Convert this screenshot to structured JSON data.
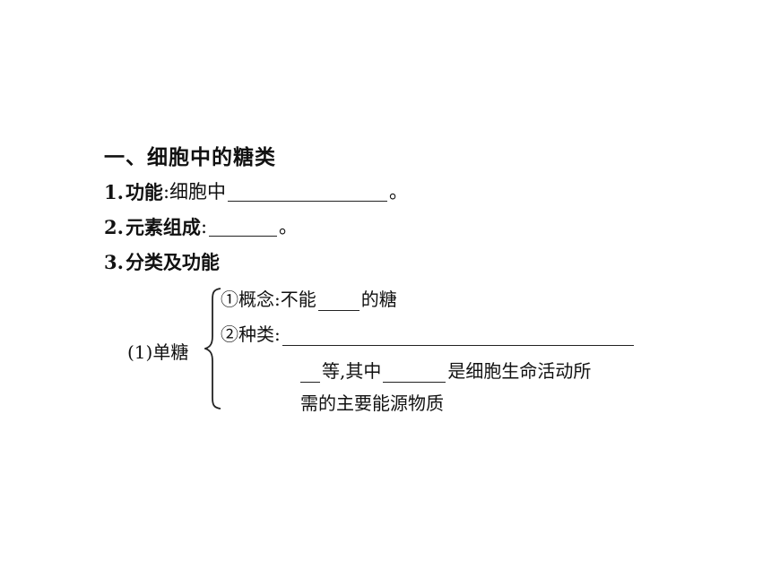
{
  "heading": "一、细胞中的糖类",
  "items": [
    {
      "num": "1.",
      "label": "功能",
      "colon": ":",
      "text": "细胞中",
      "end": "。"
    },
    {
      "num": "2.",
      "label": "元素组成",
      "colon": ":",
      "end": "。"
    },
    {
      "num": "3.",
      "label": "分类及功能"
    }
  ],
  "monosaccharide": {
    "label": "(1)单糖",
    "concept_prefix": "①概念:",
    "concept_text": "不能",
    "concept_suffix": "的糖",
    "kinds_prefix": "②种类:",
    "kinds_line2_a": "等,其中",
    "kinds_line2_b": "是细胞生命活动所",
    "kinds_line3": "需的主要能源物质"
  }
}
